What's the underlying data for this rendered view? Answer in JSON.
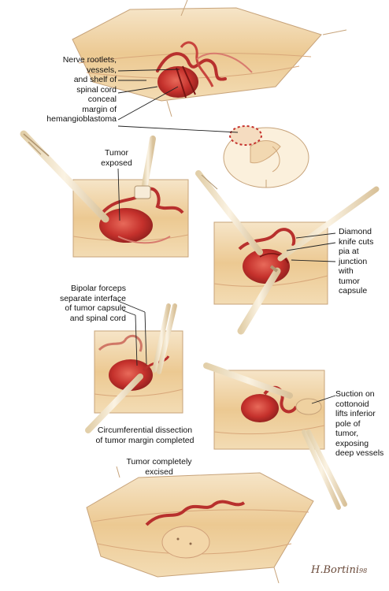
{
  "labels": {
    "nerve_rootlets": "Nerve rootlets,\nvessels,\nand shelf of\nspinal cord\nconceal\nmargin of\nhemangioblastoma",
    "tumor_exposed": "Tumor\nexposed",
    "diamond_knife": "Diamond\nknife cuts\npia at\njunction\nwith\ntumor\ncapsule",
    "bipolar_forceps": "Bipolar forceps\nseparate interface\nof tumor capsule\nand spinal cord",
    "circumferential": "Circumferential dissection\nof tumor margin completed",
    "suction": "Suction on\ncottonoid\nlifts inferior\npole of\ntumor,\nexposing\ndeep vessels",
    "tumor_excised": "Tumor completely\nexcised"
  },
  "signature": {
    "name": "H.Bortini",
    "year": "98"
  },
  "colors": {
    "skin": "#f3dcb4",
    "cord": "#e9c58f",
    "tumor": "#c5312c",
    "vessel": "#b8302d",
    "instrument": "#f1e2c6",
    "pleader": "#222222"
  }
}
